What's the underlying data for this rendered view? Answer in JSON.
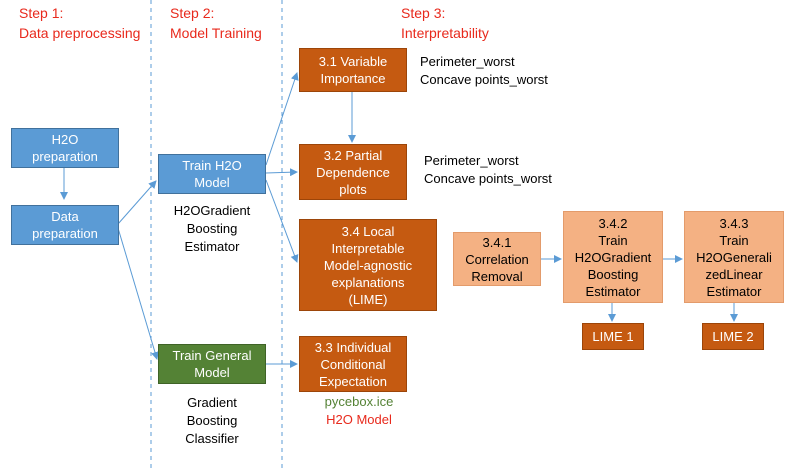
{
  "steps": [
    {
      "title": "Step 1:",
      "subtitle": "Data preprocessing"
    },
    {
      "title": "Step 2:",
      "subtitle": "Model Training"
    },
    {
      "title": "Step 3:",
      "subtitle": "Interpretability"
    }
  ],
  "boxes": {
    "h2o_prep": [
      "H2O",
      "preparation"
    ],
    "data_prep": [
      "Data",
      "preparation"
    ],
    "train_h2o": [
      "Train H2O",
      "Model"
    ],
    "train_general": [
      "Train General",
      "Model"
    ],
    "var_importance": [
      "3.1 Variable",
      "Importance"
    ],
    "pdp": [
      "3.2 Partial",
      "Dependence",
      "plots"
    ],
    "lime": [
      "3.4 Local",
      "Interpretable",
      "Model-agnostic",
      "explanations",
      "(LIME)"
    ],
    "ice": [
      "3.3 Individual",
      "Conditional",
      "Expectation"
    ],
    "corr_removal": [
      "3.4.1",
      "Correlation",
      "Removal"
    ],
    "train_gb": [
      "3.4.2",
      "Train",
      "H2OGradient",
      "Boosting",
      "Estimator"
    ],
    "train_glm": [
      "3.4.3",
      "Train",
      "H2OGenerali",
      "zedLinear",
      "Estimator"
    ],
    "lime1": [
      "LIME 1"
    ],
    "lime2": [
      "LIME 2"
    ]
  },
  "notes": {
    "h2o_estimator": [
      "H2OGradient",
      "Boosting",
      "Estimator"
    ],
    "gb_classifier": [
      "Gradient",
      "Boosting",
      "Classifier"
    ],
    "var_features": [
      "Perimeter_worst",
      "Concave points_worst"
    ],
    "pdp_features": [
      "Perimeter_worst",
      "Concave points_worst"
    ],
    "ice_tools": [
      "pycebox.ice",
      "H2O Model"
    ]
  },
  "colors": {
    "step_text": "#e8291c",
    "blue_box": "#5b9bd5",
    "green_box": "#548235",
    "orange_box": "#c55a11",
    "peach_box": "#f4b183",
    "arrow": "#5b9bd5",
    "pycebox_text": "#548235",
    "h2o_model_text": "#e8291c"
  }
}
